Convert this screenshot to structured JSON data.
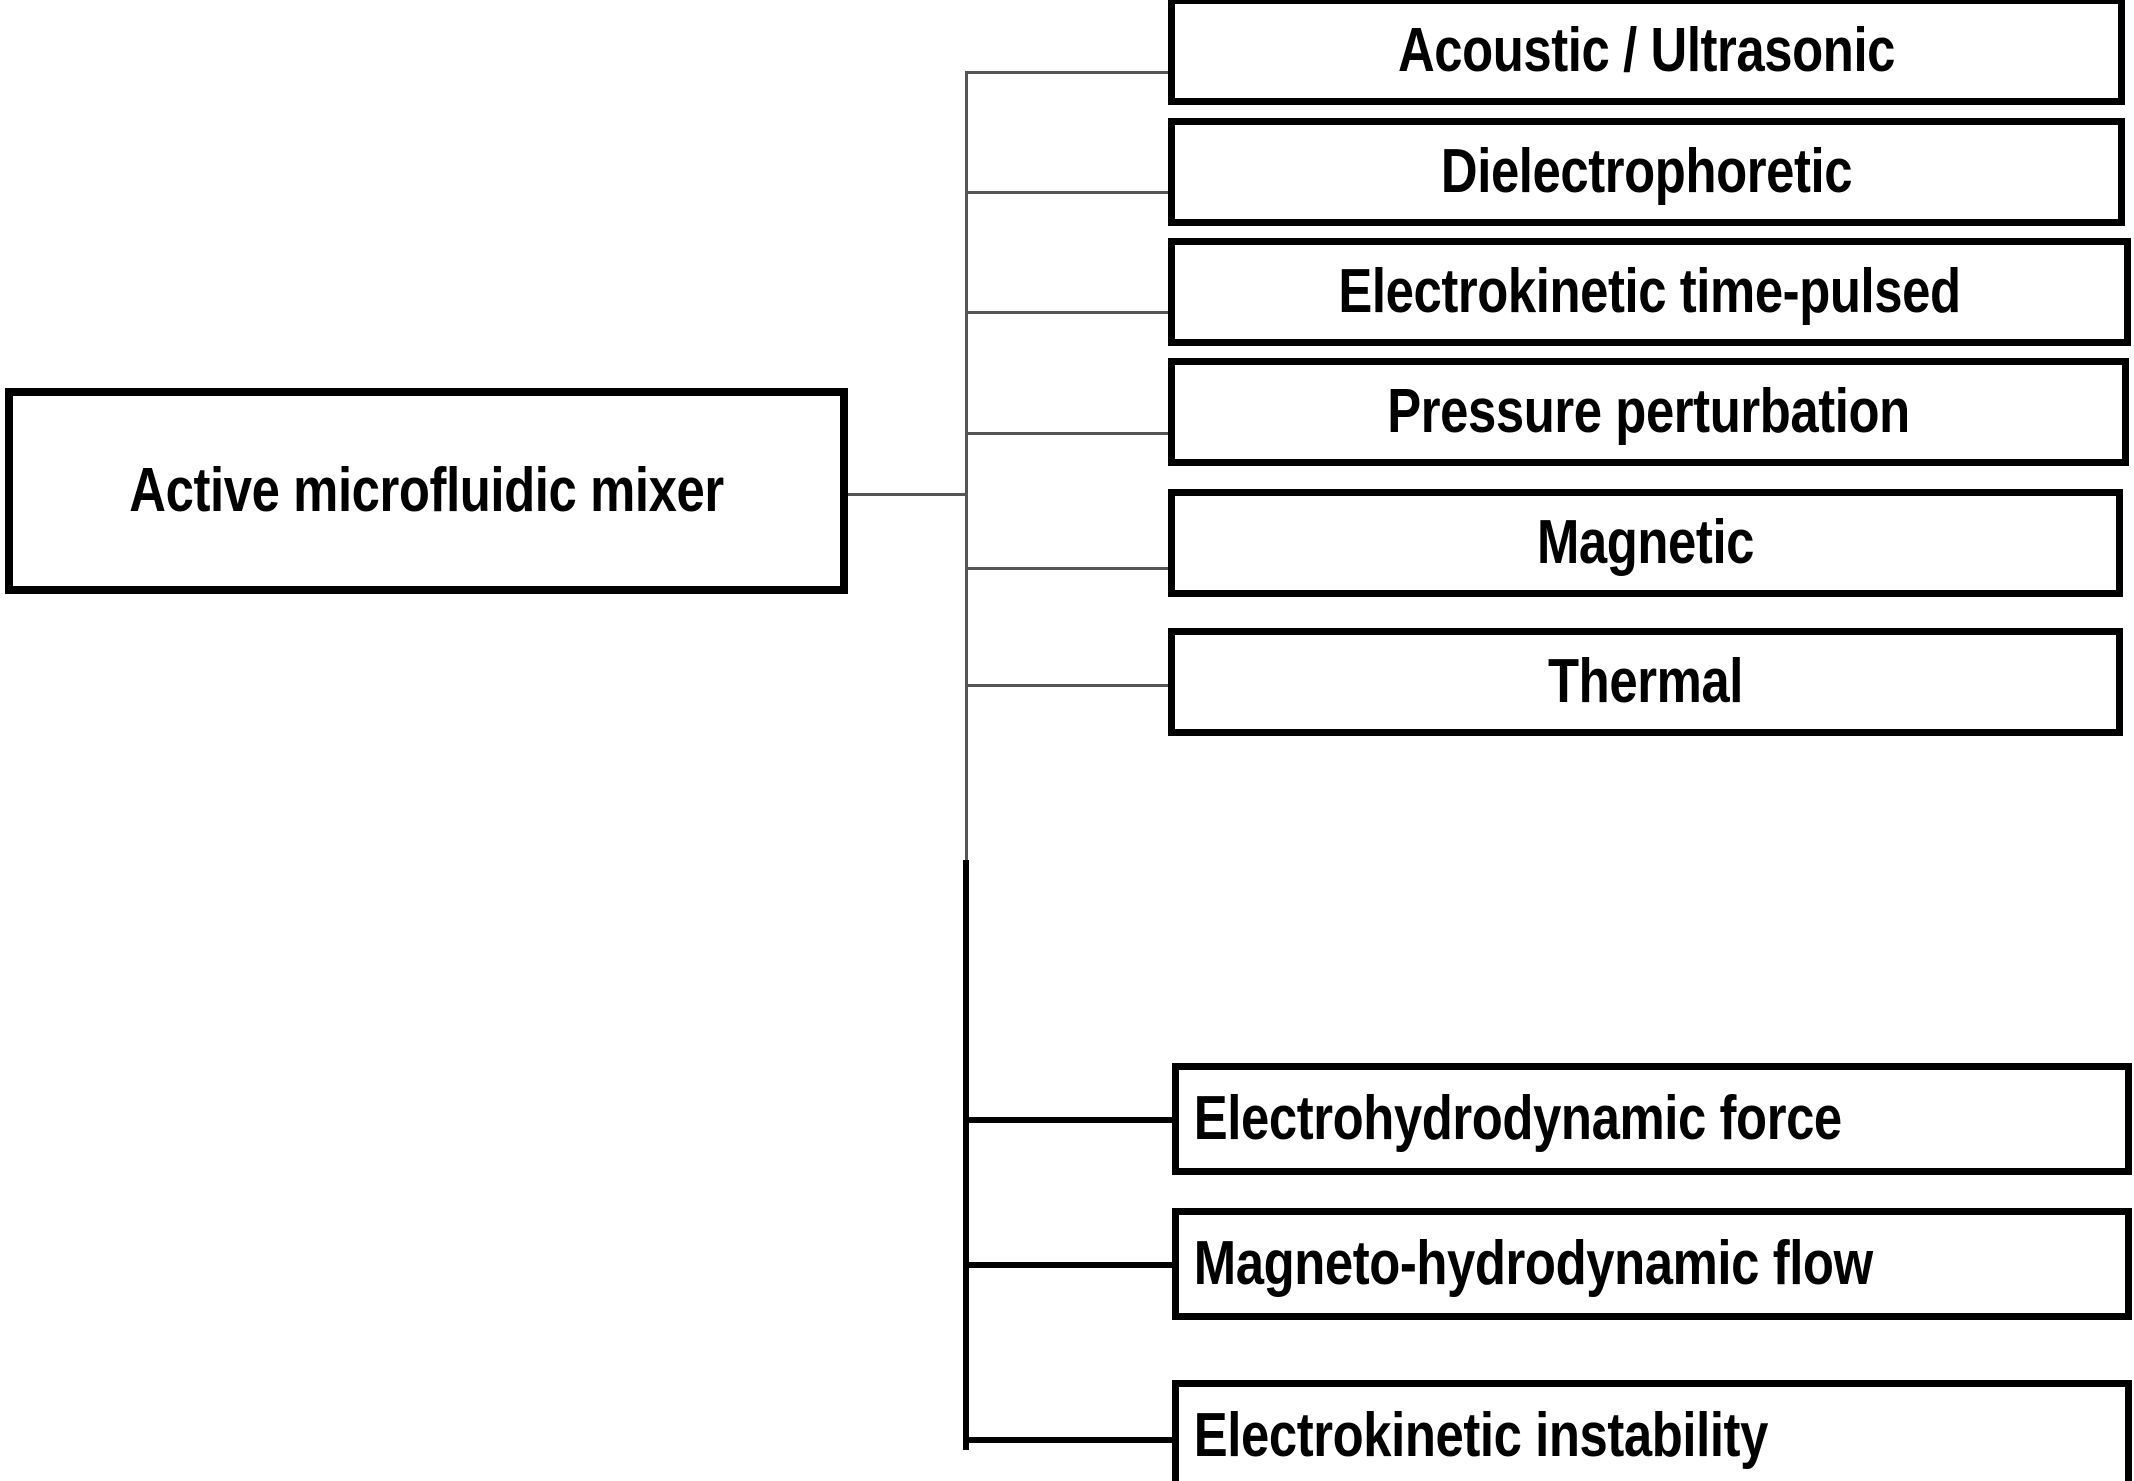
{
  "diagram": {
    "type": "tree-hierarchy",
    "orientation": "left-to-right",
    "root": {
      "label": "Active microfluidic mixer"
    },
    "children": [
      {
        "label": "Acoustic / Ultrasonic",
        "align": "center",
        "connector": "thin"
      },
      {
        "label": "Dielectrophoretic",
        "align": "center",
        "connector": "thin"
      },
      {
        "label": "Electrokinetic time-pulsed",
        "align": "center",
        "connector": "thin"
      },
      {
        "label": "Pressure perturbation",
        "align": "center",
        "connector": "thin"
      },
      {
        "label": "Magnetic",
        "align": "center",
        "connector": "thin"
      },
      {
        "label": "Thermal",
        "align": "center",
        "connector": "thin"
      },
      {
        "label": "Electrohydrodynamic force",
        "align": "left",
        "connector": "thick"
      },
      {
        "label": "Magneto-hydrodynamic flow",
        "align": "left",
        "connector": "thick"
      },
      {
        "label": "Electrokinetic instability",
        "align": "left",
        "connector": "thick"
      }
    ],
    "colors": {
      "box_border": "#000000",
      "box_fill": "#ffffff",
      "text": "#000000",
      "connector_thin": "#555555",
      "connector_thick": "#000000",
      "background": "#ffffff"
    }
  }
}
